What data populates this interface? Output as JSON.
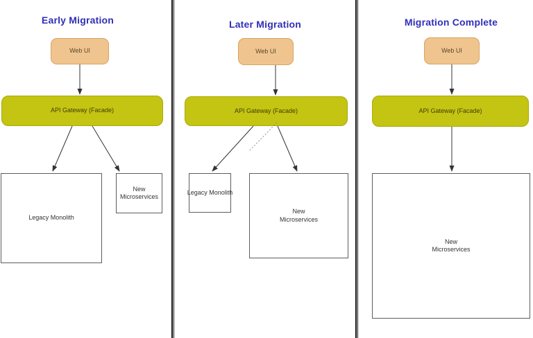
{
  "diagram": {
    "panels": [
      {
        "title": "Early Migration",
        "web_ui_label": "Web UI",
        "gateway_label": "API Gateway (Facade)",
        "legacy_label": "Legacy Monolith",
        "micro_label": "New\nMicroservices"
      },
      {
        "title": "Later Migration",
        "web_ui_label": "Web UI",
        "gateway_label": "API Gateway (Facade)",
        "legacy_label": "Legacy Monolith",
        "micro_label": "New\nMicroservices"
      },
      {
        "title": "Migration Complete",
        "web_ui_label": "Web UI",
        "gateway_label": "API Gateway (Facade)",
        "micro_label": "New\nMicroservices"
      }
    ],
    "colors": {
      "title_text": "#2f2fb8",
      "web_ui_fill": "#f0c48e",
      "web_ui_border": "#d8a35f",
      "web_ui_text": "#59492c",
      "gateway_fill": "#c4c412",
      "gateway_border": "#a9a90c",
      "gateway_text": "#3e3e0a",
      "box_border": "#5c5c5c",
      "label_text": "#333333",
      "connector": "#333333",
      "dashed_connector": "#909090",
      "divider": "#111111"
    }
  }
}
